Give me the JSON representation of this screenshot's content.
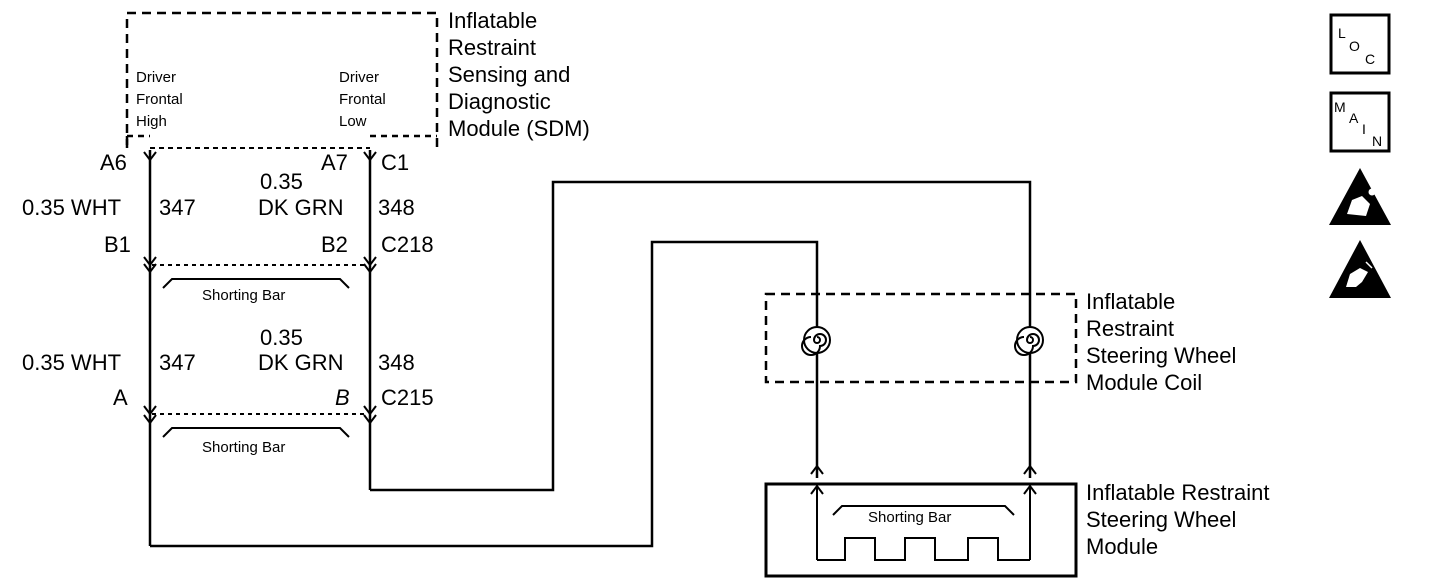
{
  "sdm": {
    "title": [
      "Inflatable",
      "Restraint",
      "Sensing and",
      "Diagnostic",
      "Module (SDM)"
    ],
    "pin_left": [
      "Driver",
      "Frontal",
      "High"
    ],
    "pin_right": [
      "Driver",
      "Frontal",
      "Low"
    ]
  },
  "connectors": {
    "a6": "A6",
    "a7": "A7",
    "c1": "C1",
    "b1": "B1",
    "b2": "B2",
    "c218": "C218",
    "a": "A",
    "b": "B",
    "c215": "C215"
  },
  "wires": {
    "left_color_top": "0.35 WHT",
    "left_circuit_top": "347",
    "right_size_top": "0.35",
    "right_color_top": "DK GRN",
    "right_circuit_top": "348",
    "left_color_bottom": "0.35 WHT",
    "left_circuit_bottom": "347",
    "right_size_bottom": "0.35",
    "right_color_bottom": "DK GRN",
    "right_circuit_bottom": "348"
  },
  "shorting_bar": [
    "Shorting Bar",
    "Shorting Bar",
    "Shorting Bar"
  ],
  "coil": {
    "title": [
      "Inflatable",
      "Restraint",
      "Steering Wheel",
      "Module Coil"
    ]
  },
  "module": {
    "title": [
      "Inflatable Restraint",
      "Steering Wheel",
      "Module"
    ]
  },
  "icons": {
    "loc": [
      "L",
      "O",
      "C"
    ],
    "main": [
      "M",
      "A",
      "I",
      "N"
    ]
  }
}
